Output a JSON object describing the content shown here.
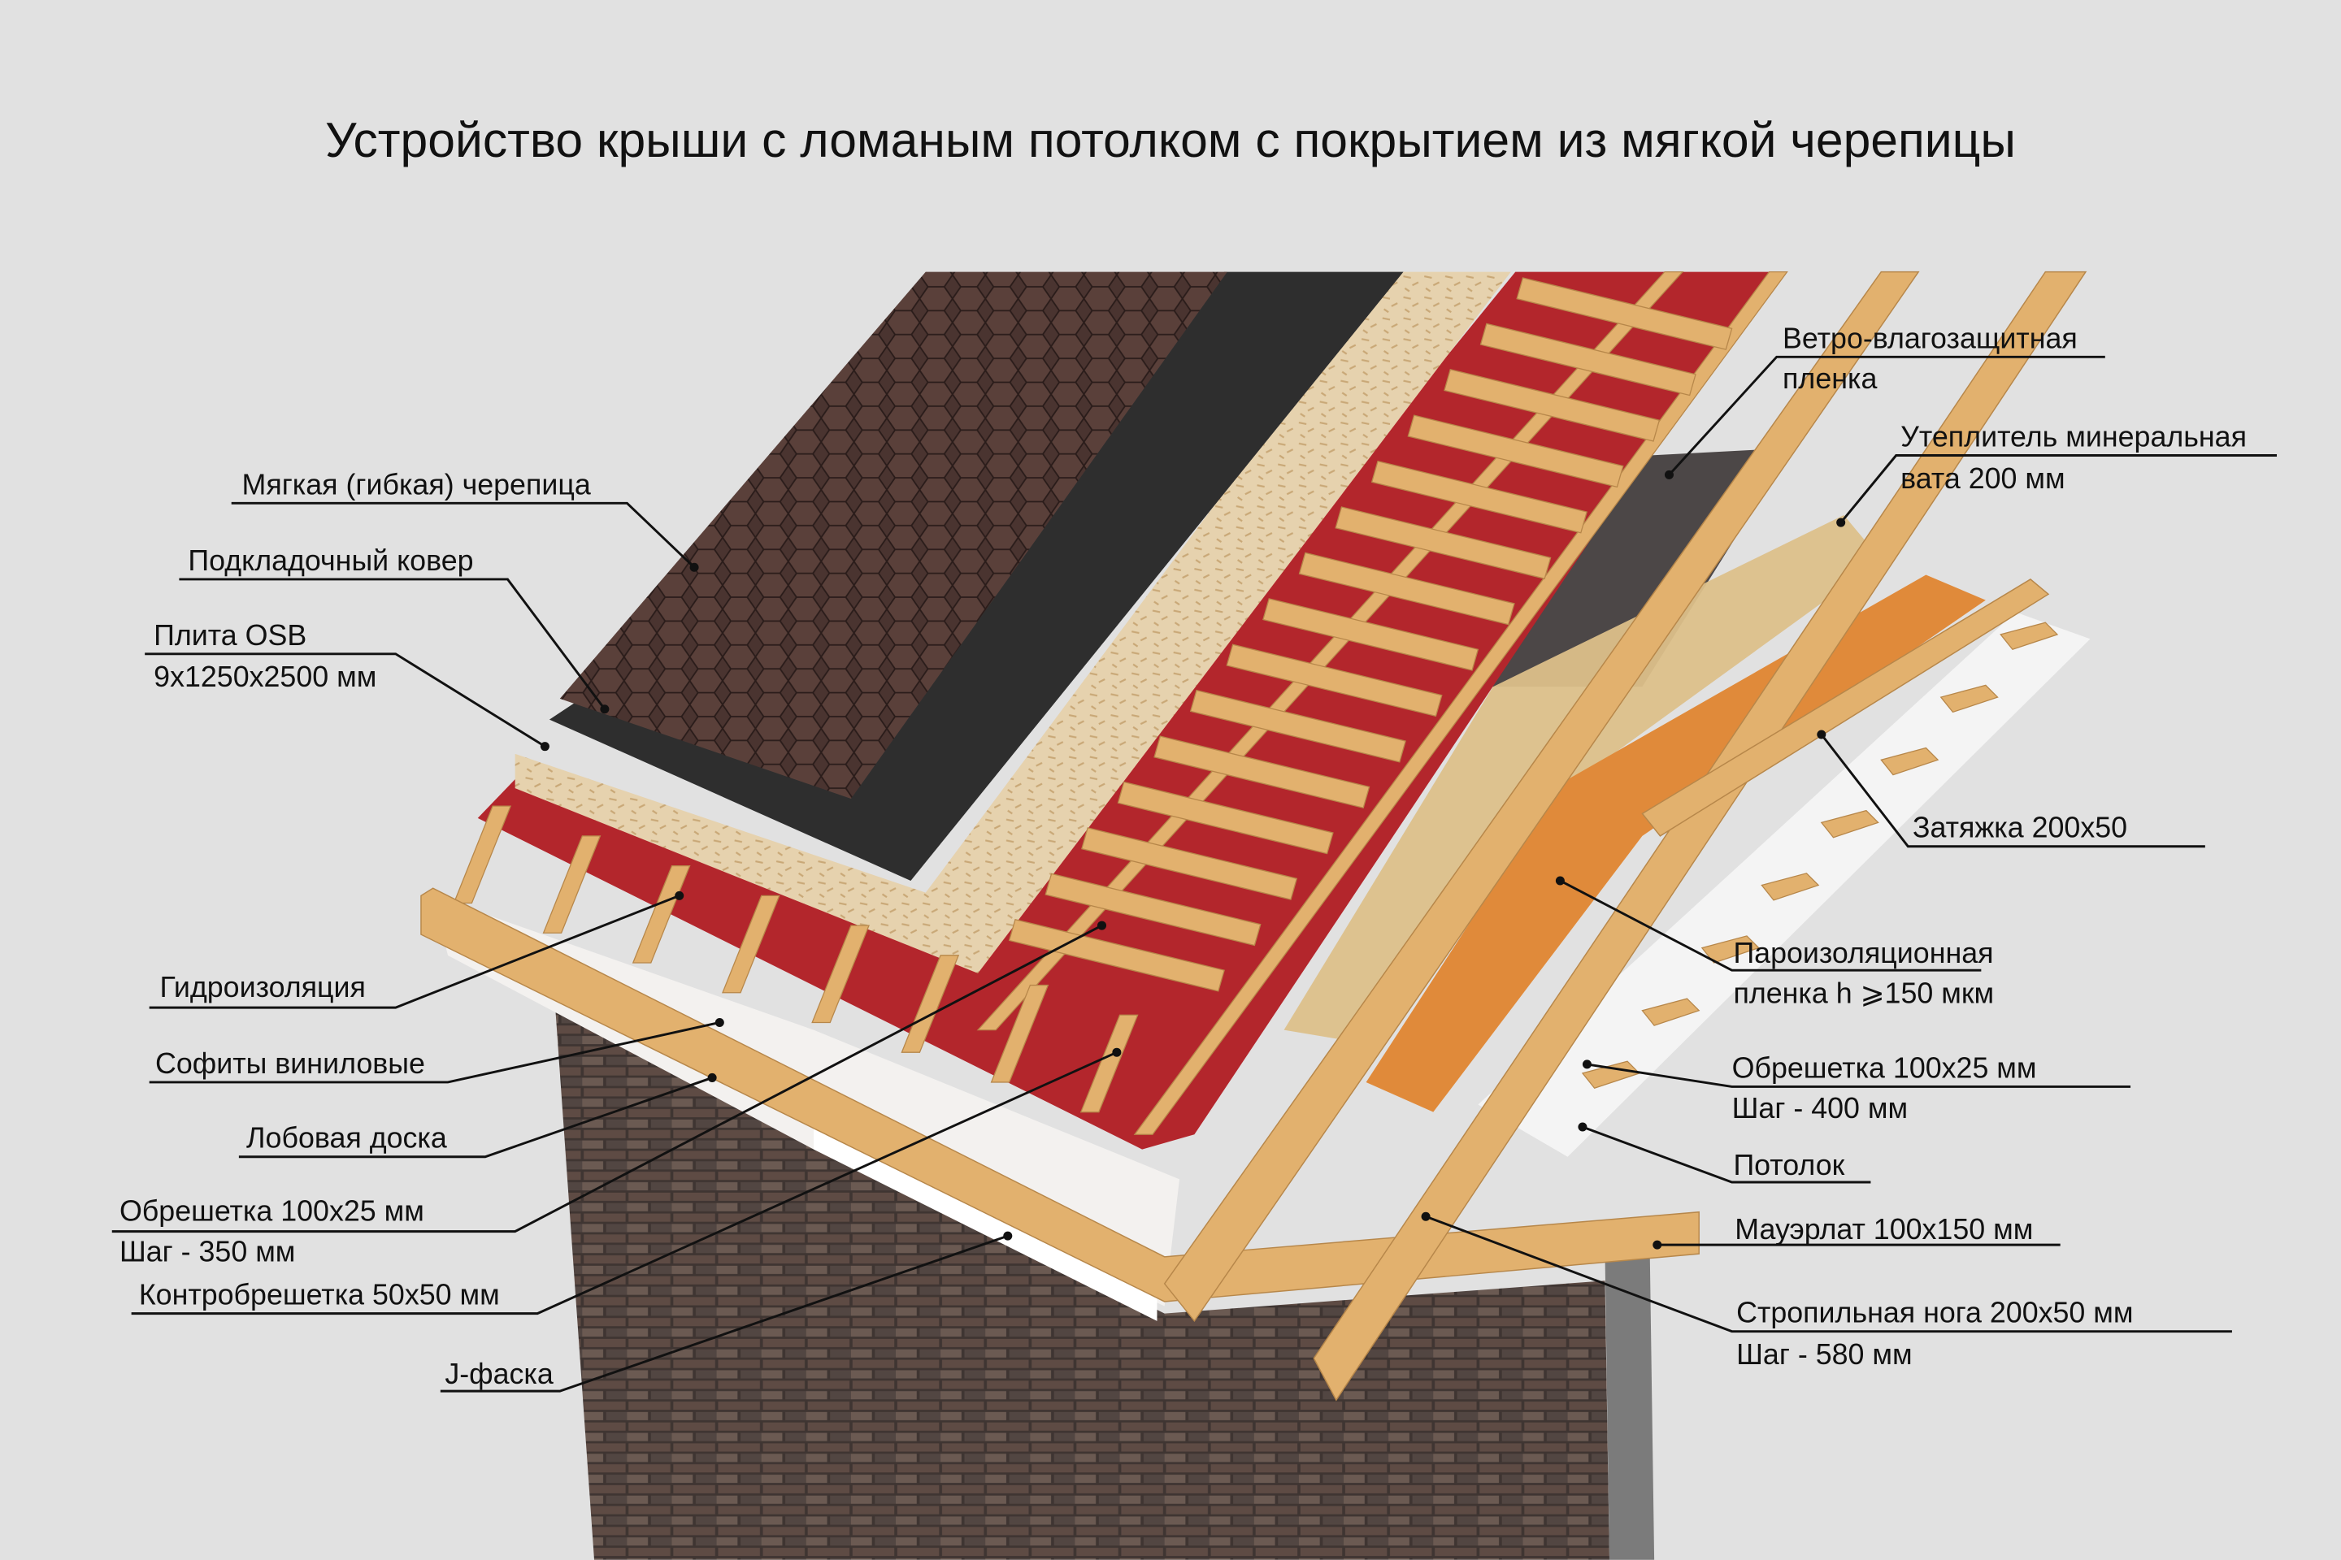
{
  "title": "Устройство крыши с ломаным потолком с покрытием из мягкой черепицы",
  "labels_left": [
    {
      "line1": "Мягкая (гибкая) черепица"
    },
    {
      "line1": "Подкладочный ковер"
    },
    {
      "line1": "Плита OSB",
      "line2": "9x1250x2500 мм"
    },
    {
      "line1": "Гидроизоляция"
    },
    {
      "line1": "Софиты виниловые"
    },
    {
      "line1": "Лобовая доска"
    },
    {
      "line1": "Обрешетка 100x25 мм",
      "line2": "Шаг - 350 мм"
    },
    {
      "line1": "Контробрешетка 50x50 мм"
    },
    {
      "line1": "J-фаска"
    }
  ],
  "labels_right": [
    {
      "line1": "Ветро-влагозащитная",
      "line2": "пленка"
    },
    {
      "line1": "Утеплитель минеральная",
      "line2": "вата 200 мм"
    },
    {
      "line1": "Затяжка 200x50"
    },
    {
      "line1": "Пароизоляционная",
      "line2": "пленка h ⩾150 мкм"
    },
    {
      "line1": "Обрешетка 100x25 мм",
      "line2": "Шаг - 400 мм"
    },
    {
      "line1": "Потолок"
    },
    {
      "line1": "Мауэрлат 100x150 мм"
    },
    {
      "line1": "Стропильная нога 200x50 мм",
      "line2": "Шаг - 580 мм"
    }
  ],
  "colors": {
    "background": "#e1e1e1",
    "shingles": "#4a3430",
    "underlay": "#2e2e2e",
    "osb": "#e6d2ae",
    "membrane": "#b3262c",
    "wood": "#e2b16e",
    "insulation": "#dcc08a",
    "vapour": "#e08a3a",
    "brick": "#5b4a44"
  }
}
